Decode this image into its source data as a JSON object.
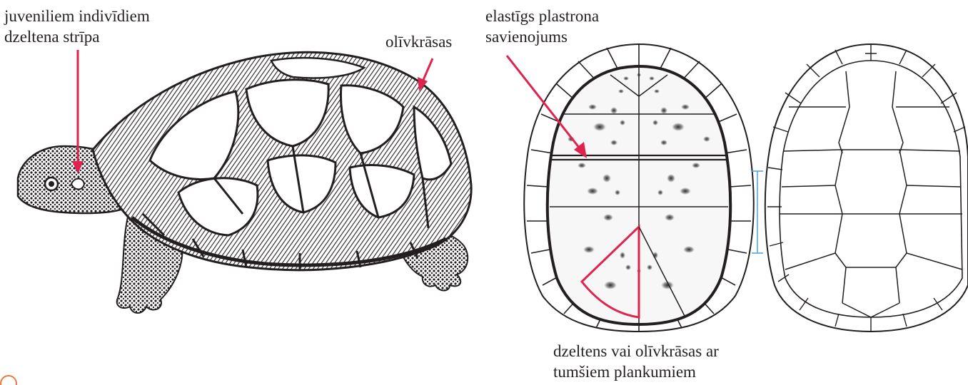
{
  "labels": {
    "juvenile_line1": "juveniliem indivīdiem",
    "juvenile_line2": "dzeltena strīpa",
    "olive": "olīvkrāsas",
    "flexible_line1": "elastīgs plastrona",
    "flexible_line2": "savienojums",
    "yellow_line1": "dzeltens vai olīvkrāsas ar",
    "yellow_line2": "tumšiem plankumiem"
  },
  "colors": {
    "accent_red": "#e0234e",
    "scale_bar": "#4aa3d8",
    "ink": "#231f20",
    "badge": "#e87b3c"
  },
  "icons": [
    "turtle-illustration",
    "plastron-diagram",
    "carapace-diagram",
    "scale-bar-icon",
    "badge-icon"
  ]
}
